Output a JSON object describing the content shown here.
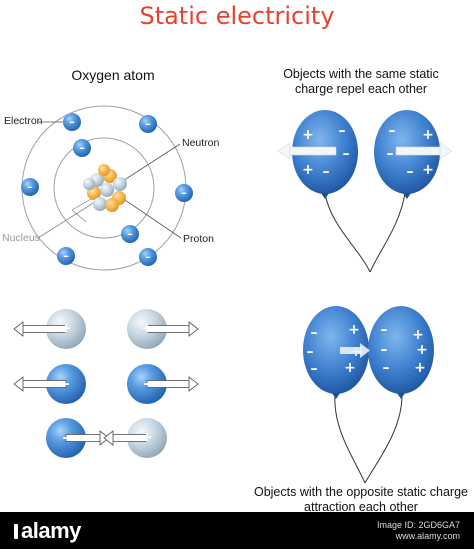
{
  "title": "Static electricity",
  "atom": {
    "heading": "Oxygen atom",
    "labels": {
      "electron": "Electron",
      "neutron": "Neutron",
      "nucleus": "Nucleus",
      "proton": "Proton"
    }
  },
  "repel": {
    "line1": "Objects with the same static",
    "line2": "charge repel each other"
  },
  "attract": {
    "line1": "Objects with the opposite static charge",
    "line2": "attraction each other"
  },
  "symbols": {
    "plus": "+",
    "minus": "–"
  },
  "footer": {
    "brand": "alamy",
    "image_id": "Image ID: 2GD6GA7",
    "site": "www.alamy.com"
  },
  "colors": {
    "title": "#e8412c",
    "blue_dark": "#1c5ea8",
    "blue_light": "#5b9ee4",
    "gray_dark": "#8da3b3",
    "gray_light": "#e2ebf2"
  }
}
